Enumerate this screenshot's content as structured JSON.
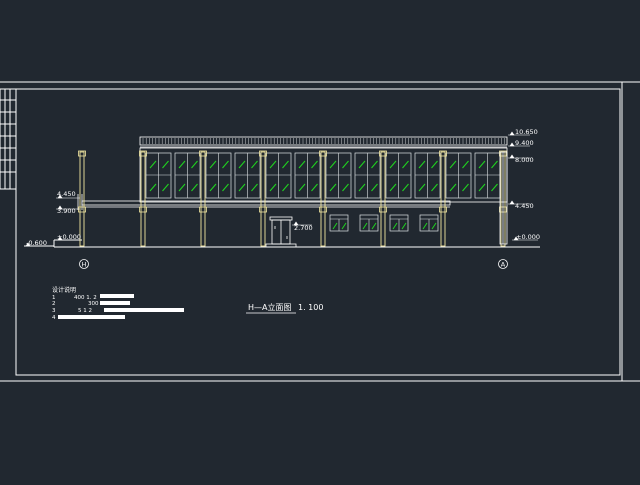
{
  "colors": {
    "background": "#212830",
    "line": "#ffffff",
    "column": "#f2e6a0",
    "glass": "#1fd21f",
    "window_frame": "#dfe3e6"
  },
  "drawing": {
    "title": "H—A立面图",
    "scale": "1. 100",
    "grid_left": "H",
    "grid_right": "A"
  },
  "elevations": {
    "roof_top": "10.650",
    "roof_eave": "9.400",
    "second_floor_window_top": "8.000",
    "second_floor_window_sill": "4.450",
    "canopy_top": "4.450",
    "canopy_bottom": "3.900",
    "door_head": "2.700",
    "ground": "±0.000",
    "ground_left": "±0.000",
    "outside_grade": "-0.600"
  },
  "notes": {
    "heading": "设计说明",
    "lines": [
      {
        "no": "1",
        "text": "400 1. 2"
      },
      {
        "no": "2",
        "text": "300"
      },
      {
        "no": "3",
        "text": "5 1 2"
      },
      {
        "no": "4",
        "text": ""
      }
    ]
  }
}
